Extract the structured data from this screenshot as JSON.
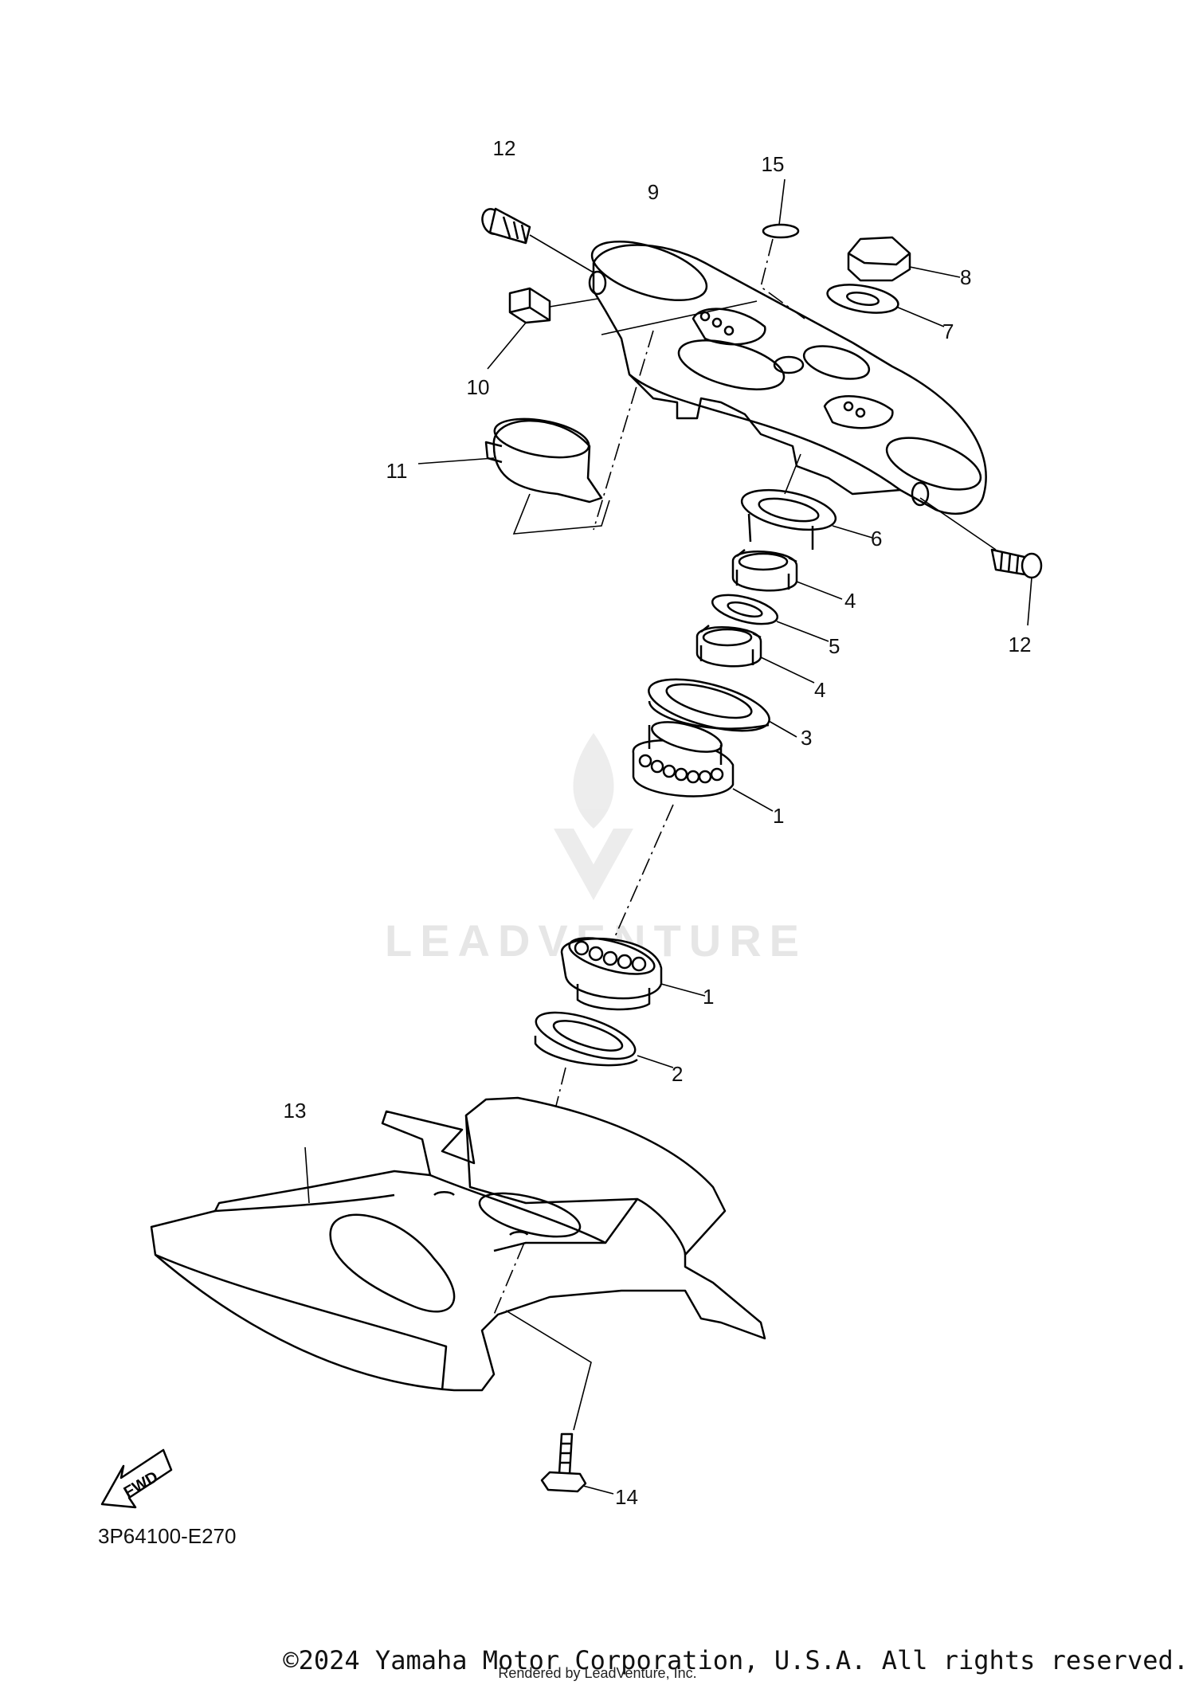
{
  "diagram": {
    "callouts": {
      "c1a": "1",
      "c1b": "1",
      "c2": "2",
      "c3": "3",
      "c4a": "4",
      "c4b": "4",
      "c5": "5",
      "c6": "6",
      "c7": "7",
      "c8": "8",
      "c9": "9",
      "c10": "10",
      "c11": "11",
      "c12a": "12",
      "c12b": "12",
      "c13": "13",
      "c14": "14",
      "c15": "15"
    },
    "fwd_label": "FWD",
    "part_code": "3P64100-E270",
    "watermark": "LEADVENTURE"
  },
  "footer": {
    "copyright": "©2024 Yamaha Motor Corporation, U.S.A. All rights reserved.",
    "rendered_by": "Rendered by LeadVenture, Inc."
  }
}
